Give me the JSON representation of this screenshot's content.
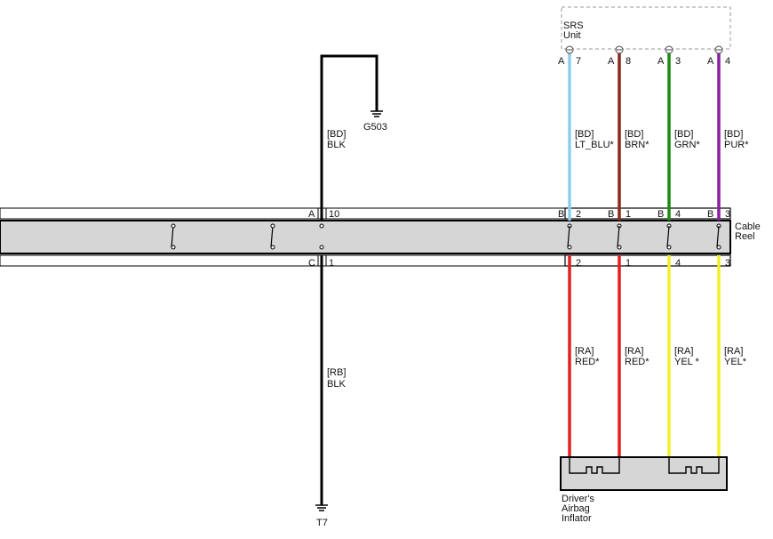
{
  "srs_unit": {
    "line1": "SRS",
    "line2": "Unit"
  },
  "srs_pins": [
    {
      "side": "A",
      "pin": "7"
    },
    {
      "side": "A",
      "pin": "8"
    },
    {
      "side": "A",
      "pin": "3"
    },
    {
      "side": "A",
      "pin": "4"
    }
  ],
  "upper_wires": [
    {
      "harness": "[BD]",
      "color_code": "LT_BLU*",
      "color": "#8ecfe8"
    },
    {
      "harness": "[BD]",
      "color_code": "BRN*",
      "color": "#8b2a1e"
    },
    {
      "harness": "[BD]",
      "color_code": "GRN*",
      "color": "#1f8a14"
    },
    {
      "harness": "[BD]",
      "color_code": "PUR*",
      "color": "#8a1f9c"
    }
  ],
  "reel_upper_pins": [
    {
      "side": "B",
      "pin": "2"
    },
    {
      "side": "B",
      "pin": "1"
    },
    {
      "side": "B",
      "pin": "4"
    },
    {
      "side": "B",
      "pin": "3"
    }
  ],
  "reel_lower_pins": [
    "2",
    "1",
    "4",
    "3"
  ],
  "lower_wires": [
    {
      "harness": "[RA]",
      "color_code": "RED*",
      "color": "#e32020"
    },
    {
      "harness": "[RA]",
      "color_code": "RED*",
      "color": "#e32020"
    },
    {
      "harness": "[RA]",
      "color_code": "YEL *",
      "color": "#f2ef2a"
    },
    {
      "harness": "[RA]",
      "color_code": "YEL*",
      "color": "#f2ef2a"
    }
  ],
  "cable_reel": {
    "line1": "Cable",
    "line2": "Reel"
  },
  "ground_circuit": {
    "upper_harness": "[BD]",
    "upper_color": "BLK",
    "ground_label": "G503",
    "pin_top_side": "A",
    "pin_top": "10",
    "pin_bottom_side": "C",
    "pin_bottom": "1",
    "lower_harness": "[RB]",
    "lower_color": "BLK",
    "terminal_label": "T7"
  },
  "inflator": {
    "line1": "Driver's",
    "line2": "Airbag",
    "line3": "Inflator"
  }
}
